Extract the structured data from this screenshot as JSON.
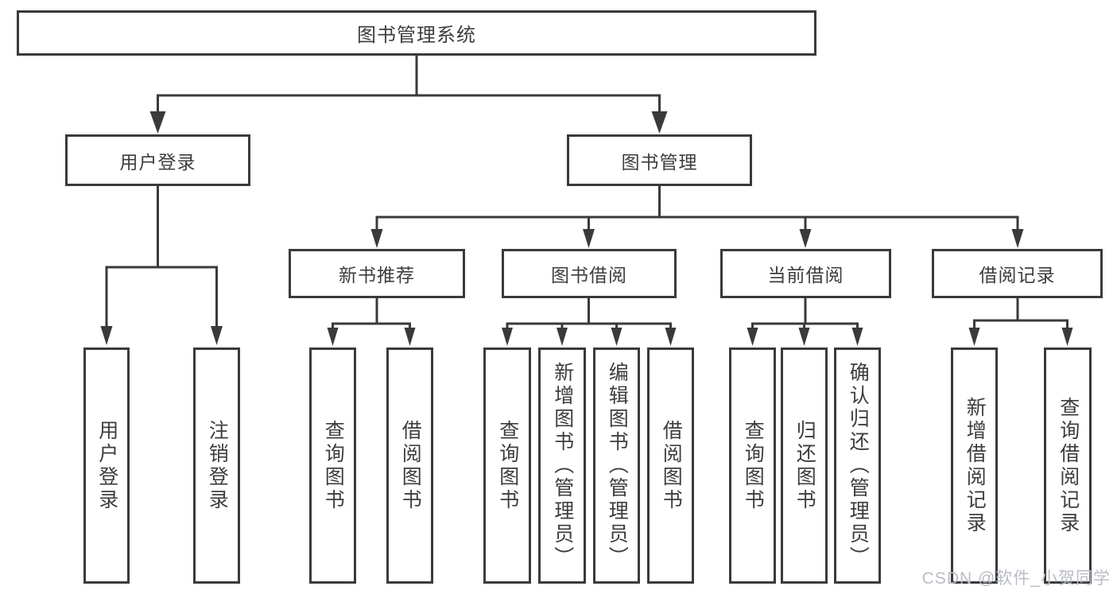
{
  "diagram": {
    "root": "图书管理系统",
    "level2": {
      "user_login": "用户登录",
      "book_management": "图书管理"
    },
    "level3": {
      "new_book_recommend": "新书推荐",
      "book_borrow": "图书借阅",
      "current_borrow": "当前借阅",
      "borrow_records": "借阅记录"
    },
    "leaves": {
      "user_login_children": {
        "login": "用户登录",
        "logout": "注销登录"
      },
      "new_book_children": {
        "query_books": "查询图书",
        "borrow_books": "借阅图书"
      },
      "book_borrow_children": {
        "query_books": "查询图书",
        "add_books": "新增图书（管理员）",
        "edit_books": "编辑图书（管理员）",
        "borrow_books": "借阅图书"
      },
      "current_borrow_children": {
        "query_books": "查询图书",
        "return_books": "归还图书",
        "confirm_return": "确认归还（管理员）"
      },
      "borrow_record_children": {
        "add_record": "新增借阅记录",
        "query_record": "查询借阅记录"
      }
    }
  },
  "watermark": "CSDN @软件_小贺同学",
  "colors": {
    "line": "#3a3a3a",
    "text": "#3d3d3d",
    "watermark": "#b9bec4",
    "background": "#ffffff"
  }
}
